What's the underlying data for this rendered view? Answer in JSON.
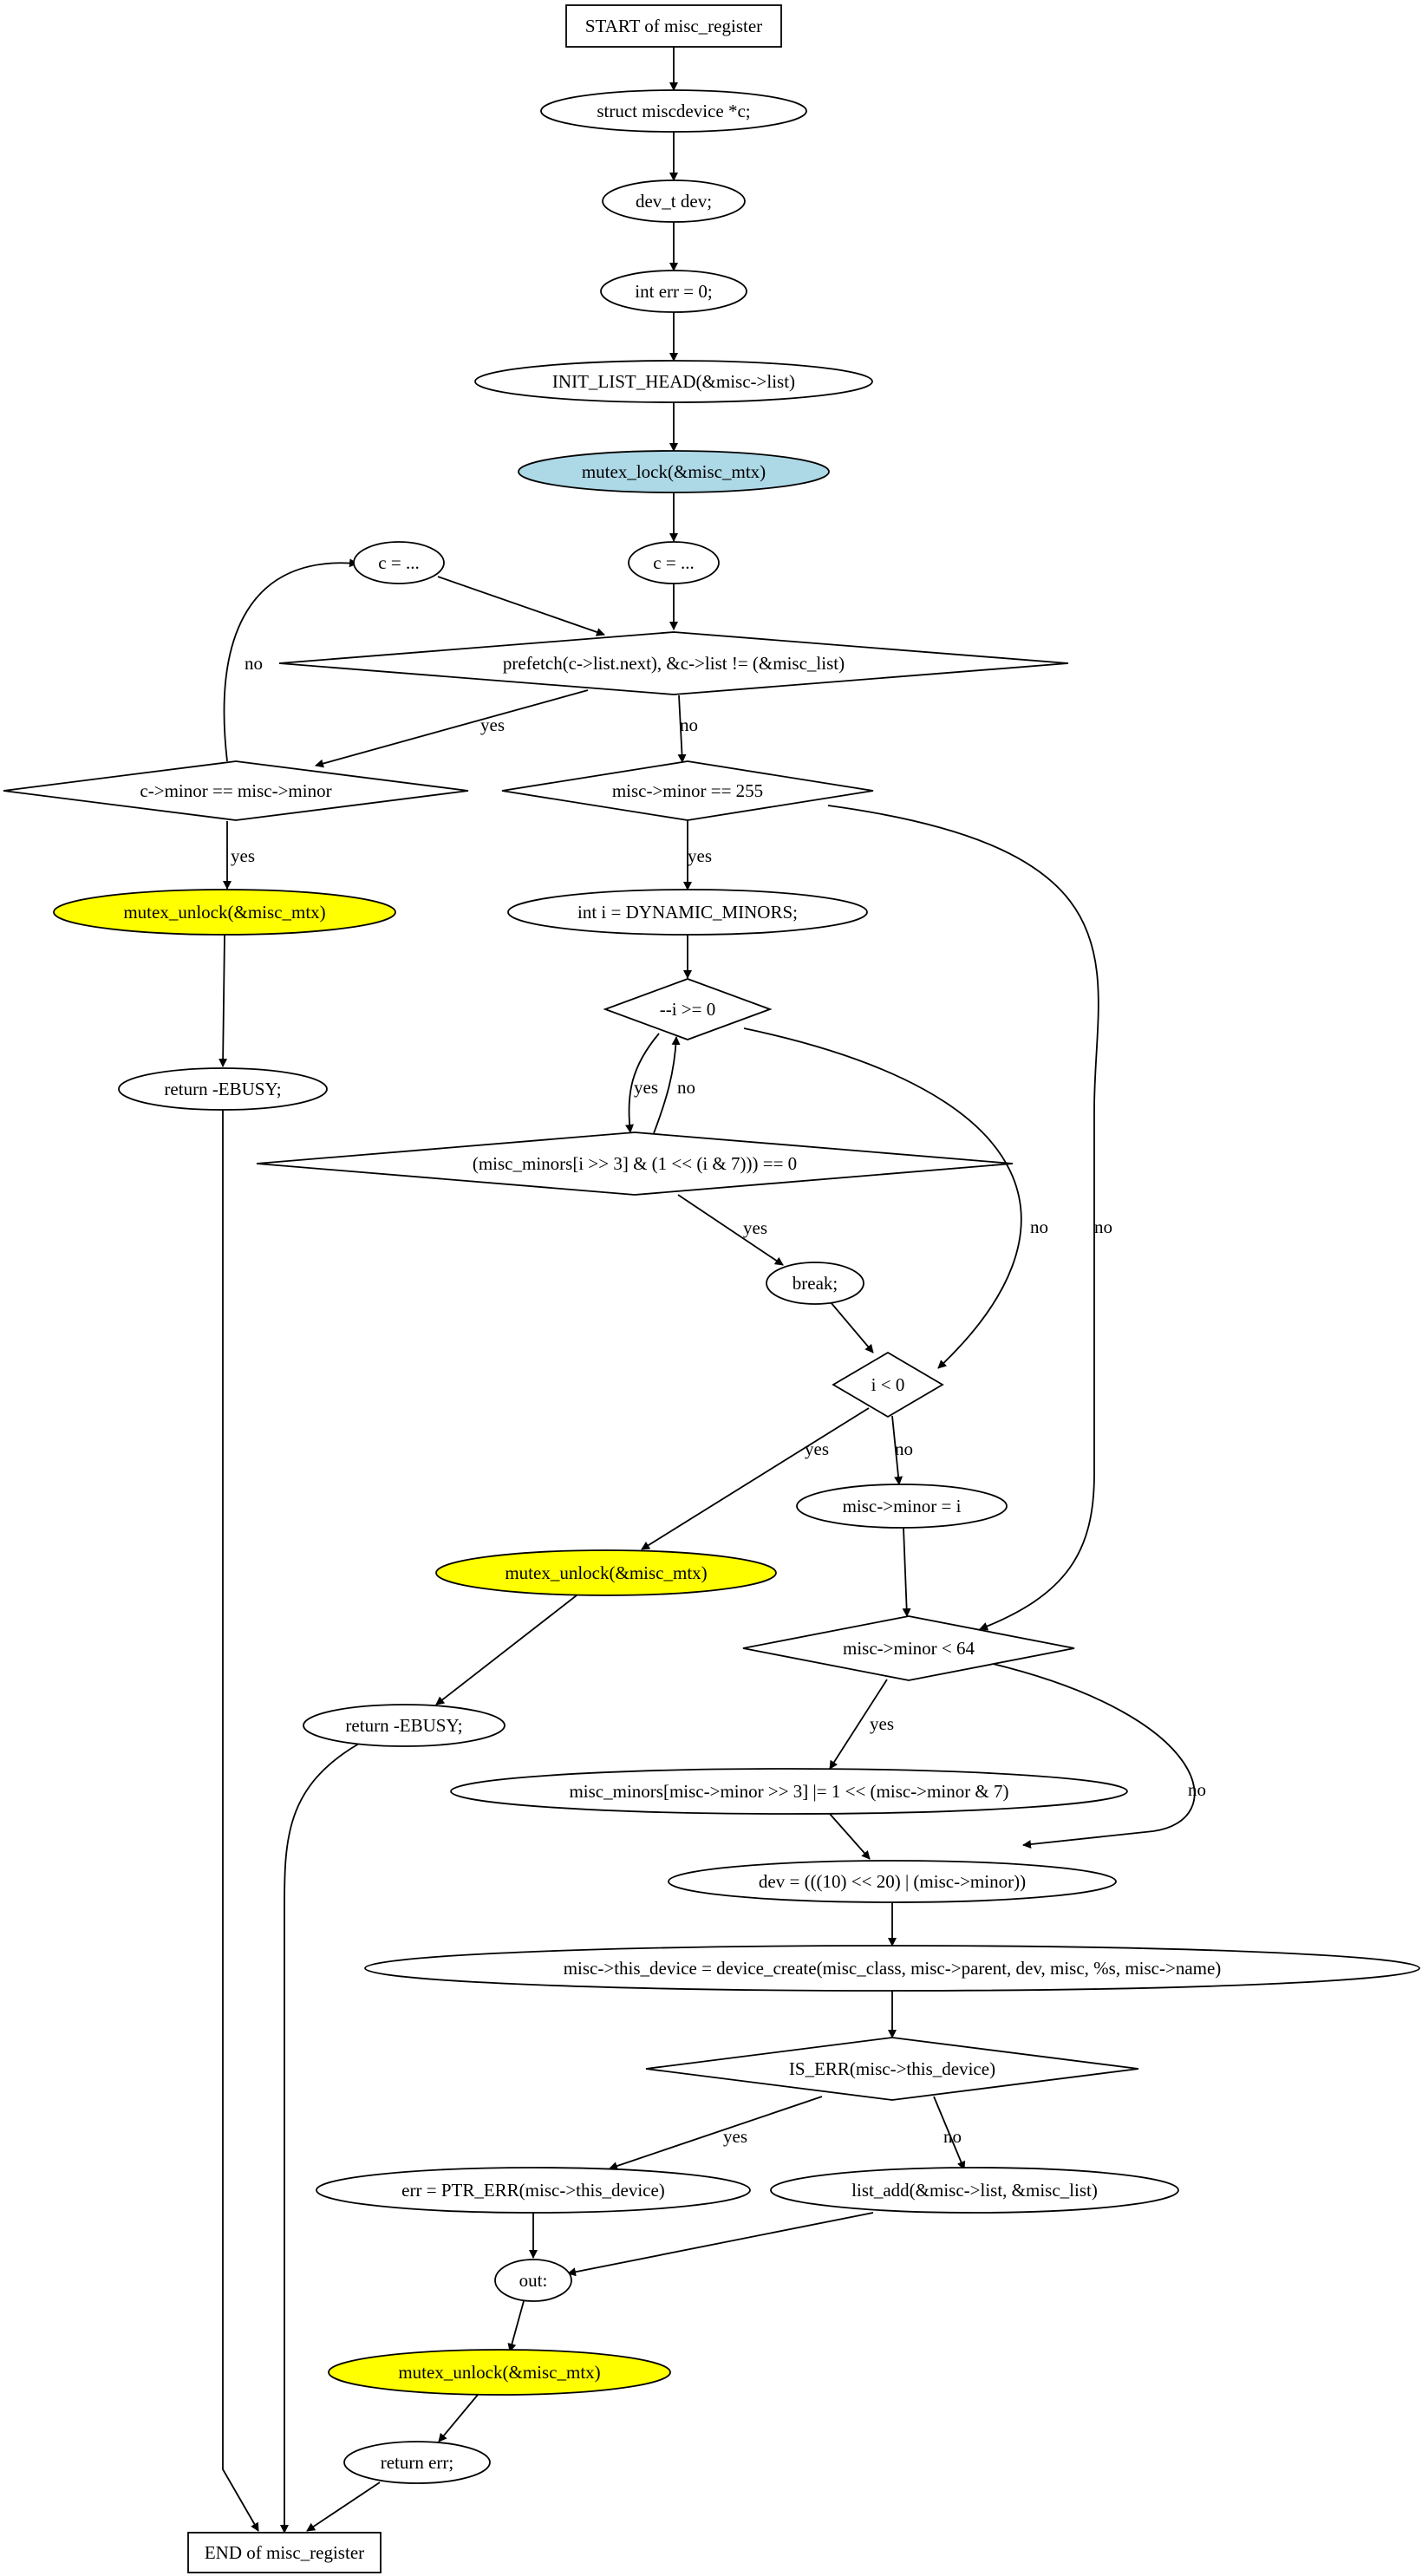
{
  "colors": {
    "lock_fill": "#add8e6",
    "unlock_fill": "#ffff00",
    "default_fill": "#ffffff",
    "stroke": "#000000"
  },
  "nodes": {
    "start": "START of misc_register",
    "decl_c": "struct miscdevice *c;",
    "decl_dev": "dev_t dev;",
    "decl_err": "int err = 0;",
    "init_list": "INIT_LIST_HEAD(&misc->list)",
    "mutex_lock": "mutex_lock(&misc_mtx)",
    "c_loop": "c = ...",
    "c_init": "c = ...",
    "prefetch": "prefetch(c->list.next), &c->list != (&misc_list)",
    "minor_eq": "c->minor == misc->minor",
    "minor_255": "misc->minor == 255",
    "unlock_1": "mutex_unlock(&misc_mtx)",
    "int_i": "int i = DYNAMIC_MINORS;",
    "ret_ebusy_1": "return -EBUSY;",
    "dec_i": "--i >= 0",
    "bitcheck": "(misc_minors[i >> 3] & (1 << (i & 7))) == 0",
    "break": "break;",
    "i_lt0": "i < 0",
    "minor_assign": "misc->minor = i",
    "unlock_2": "mutex_unlock(&misc_mtx)",
    "minor_lt64": "misc->minor < 64",
    "ret_ebusy_2": "return -EBUSY;",
    "set_bits": "misc_minors[misc->minor >> 3] |= 1 << (misc->minor & 7)",
    "dev_calc": "dev = (((10) << 20) | (misc->minor))",
    "dev_create": "misc->this_device = device_create(misc_class, misc->parent, dev, misc, %s, misc->name)",
    "is_err": "IS_ERR(misc->this_device)",
    "ptr_err": "err = PTR_ERR(misc->this_device)",
    "list_add": "list_add(&misc->list, &misc_list)",
    "out": "out:",
    "unlock_3": "mutex_unlock(&misc_mtx)",
    "ret_err": "return err;",
    "end": "END of misc_register"
  },
  "edge_labels": {
    "loop_no": "no",
    "prefetch_yes": "yes",
    "prefetch_no": "no",
    "minor_eq_yes": "yes",
    "minor_255_yes": "yes",
    "minor_255_no": "no",
    "dec_i_yes": "yes",
    "dec_i_no_back": "no",
    "dec_i_no": "no",
    "bitcheck_yes": "yes",
    "i_lt0_yes": "yes",
    "i_lt0_no": "no",
    "minor_lt64_yes": "yes",
    "minor_lt64_no": "no",
    "is_err_yes": "yes",
    "is_err_no": "no"
  }
}
